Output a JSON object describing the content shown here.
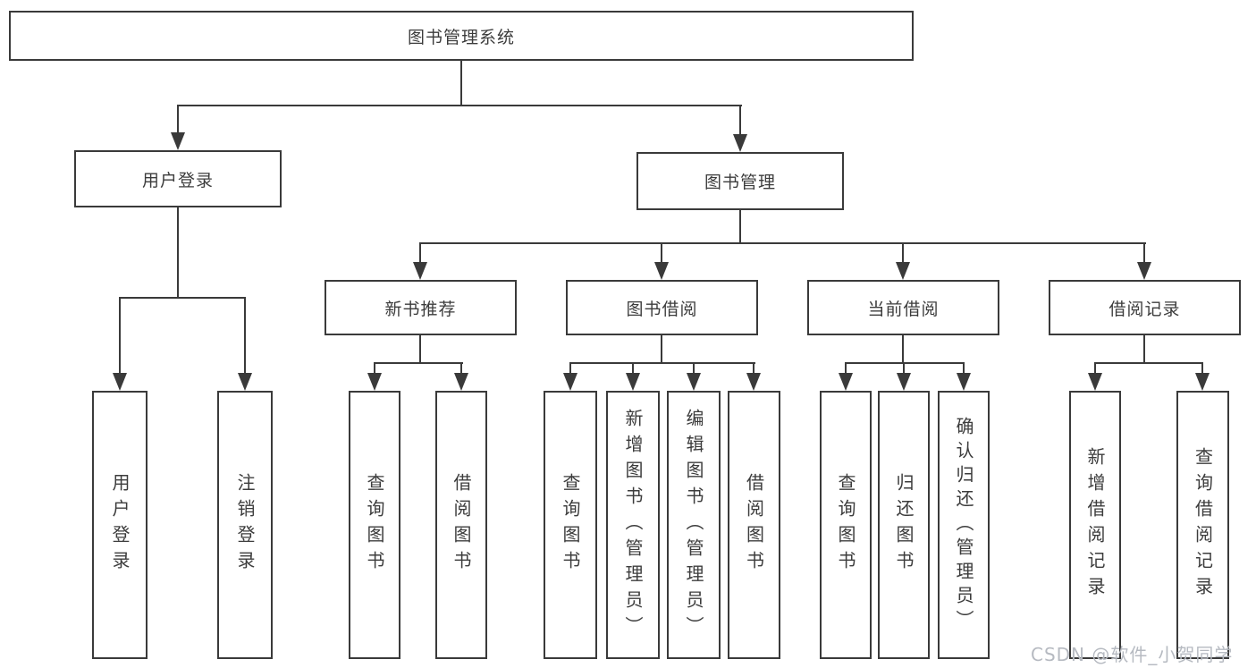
{
  "colors": {
    "line": "#3a3a3a",
    "text": "#3c3c3c",
    "watermark": "#b6bac1",
    "background": "#ffffff"
  },
  "diagram": {
    "root": {
      "label": "图书管理系统"
    },
    "branches": [
      {
        "label": "用户登录",
        "children": [
          {
            "label": "用户登录"
          },
          {
            "label": "注销登录"
          }
        ]
      },
      {
        "label": "图书管理",
        "children": [
          {
            "label": "新书推荐",
            "children": [
              {
                "label": "查询图书"
              },
              {
                "label": "借阅图书"
              }
            ]
          },
          {
            "label": "图书借阅",
            "children": [
              {
                "label": "查询图书"
              },
              {
                "label": "新增图书（管理员）"
              },
              {
                "label": "编辑图书（管理员）"
              },
              {
                "label": "借阅图书"
              }
            ]
          },
          {
            "label": "当前借阅",
            "children": [
              {
                "label": "查询图书"
              },
              {
                "label": "归还图书"
              },
              {
                "label": "确认归还（管理员）"
              }
            ]
          },
          {
            "label": "借阅记录",
            "children": [
              {
                "label": "新增借阅记录"
              },
              {
                "label": "查询借阅记录"
              }
            ]
          }
        ]
      }
    ]
  },
  "watermark": "CSDN @软件_小贺同学"
}
